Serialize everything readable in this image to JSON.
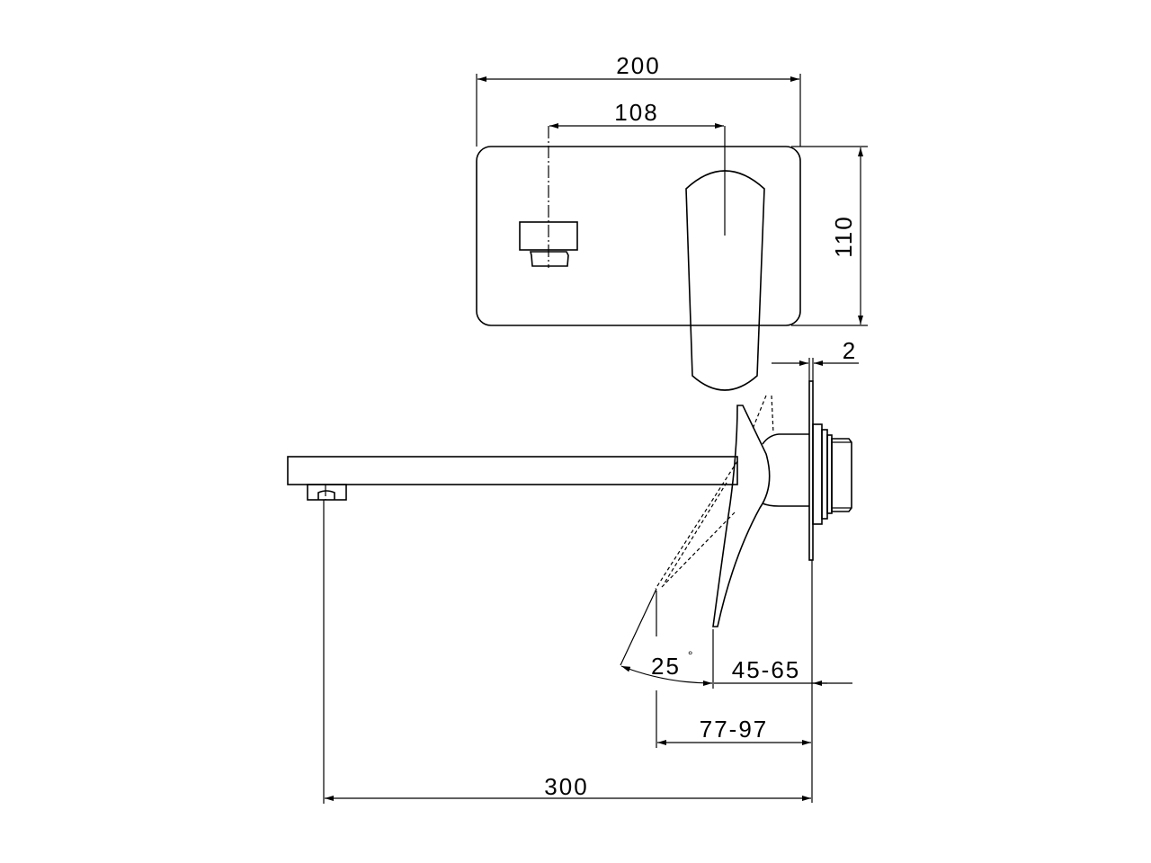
{
  "drawing": {
    "dimensions": {
      "plate_width": "200",
      "axis_spacing": "108",
      "plate_height": "110",
      "plate_thickness": "2",
      "lever_angle": "25",
      "degree_symbol": "°",
      "lever_clearance": "45-65",
      "lever_projection": "77-97",
      "spout_projection": "300"
    },
    "line_color": "#000000",
    "background": "#ffffff"
  }
}
